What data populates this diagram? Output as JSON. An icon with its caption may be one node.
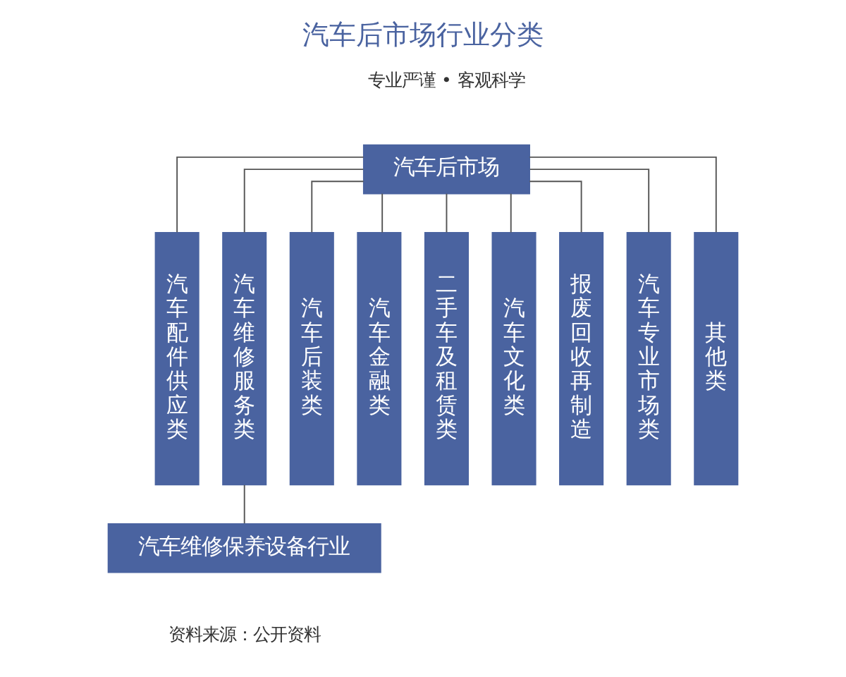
{
  "diagram": {
    "title": "汽车后市场行业分类",
    "nodes": [
      {
        "text": [
          "汽车后市场"
        ]
      },
      {
        "text": [
          "汽车配件供应类"
        ]
      },
      {
        "text": [
          "汽车维修服务类"
        ]
      },
      {
        "text": [
          "汽车后装类"
        ]
      },
      {
        "text": [
          "汽车金融类"
        ]
      },
      {
        "text": [
          "二手车及租赁类"
        ]
      },
      {
        "text": [
          "汽车文化类"
        ]
      },
      {
        "text": [
          "报废回收再制造"
        ]
      },
      {
        "text": [
          "汽车专业市场类"
        ]
      },
      {
        "text": [
          "其他类"
        ]
      },
      {
        "text": [
          "汽车维修保养设备行业"
        ]
      }
    ],
    "edges": [
      {
        "from": 0,
        "to": 1,
        "arrow": "none"
      },
      {
        "from": 0,
        "to": 2,
        "arrow": "none"
      },
      {
        "from": 0,
        "to": 3,
        "arrow": "none"
      },
      {
        "from": 0,
        "to": 4,
        "arrow": "none"
      },
      {
        "from": 0,
        "to": 5,
        "arrow": "none"
      },
      {
        "from": 0,
        "to": 6,
        "arrow": "none"
      },
      {
        "from": 0,
        "to": 7,
        "arrow": "none"
      },
      {
        "from": 0,
        "to": 8,
        "arrow": "none"
      },
      {
        "from": 0,
        "to": 9,
        "arrow": "none"
      },
      {
        "from": 2,
        "to": 10,
        "arrow": "none"
      }
    ],
    "labels": [
      "专业严谨 • 客观科学",
      "资料来源：公开资料"
    ]
  }
}
